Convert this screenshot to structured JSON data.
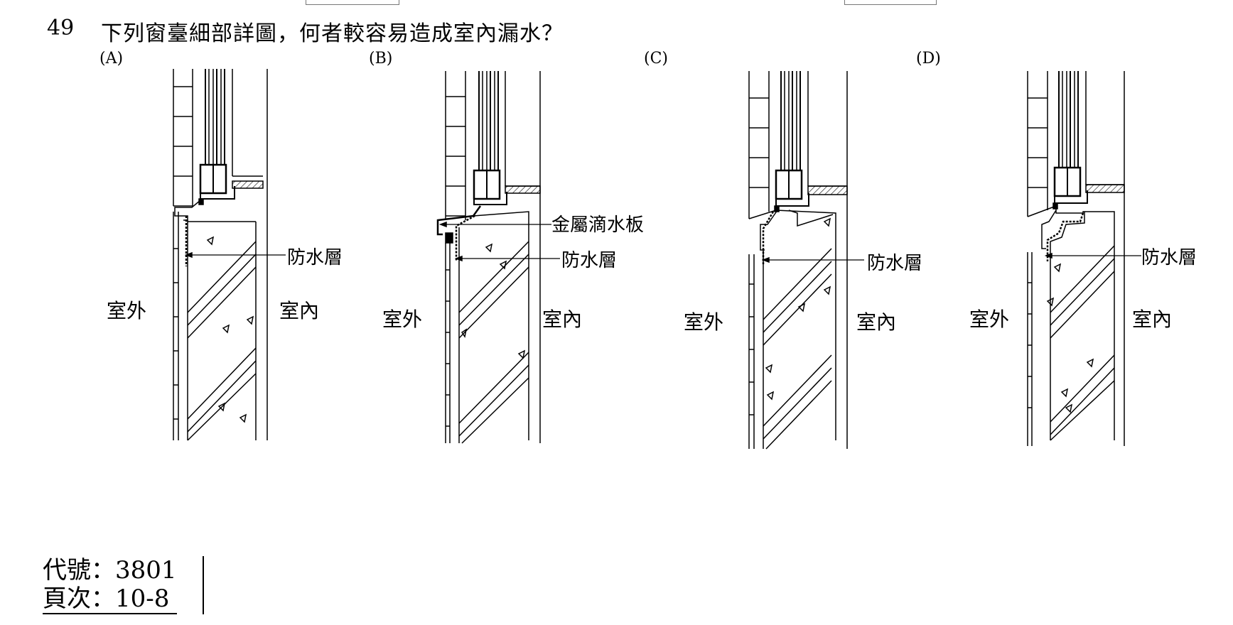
{
  "question": {
    "number": "49",
    "text": "下列窗臺細部詳圖，何者較容易造成室內漏水？"
  },
  "options": [
    {
      "label": "(A)",
      "outside": "室外",
      "inside": "室內",
      "callouts": [
        "防水層"
      ]
    },
    {
      "label": "(B)",
      "outside": "室外",
      "inside": "室內",
      "callouts": [
        "金屬滴水板",
        "防水層"
      ]
    },
    {
      "label": "(C)",
      "outside": "室外",
      "inside": "室內",
      "callouts": [
        "防水層"
      ]
    },
    {
      "label": "(D)",
      "outside": "室外",
      "inside": "室內",
      "callouts": [
        "防水層"
      ]
    }
  ],
  "footer": {
    "code_label": "代號：",
    "code_value": "3801",
    "page_label": "頁次：",
    "page_value": "10-8"
  }
}
